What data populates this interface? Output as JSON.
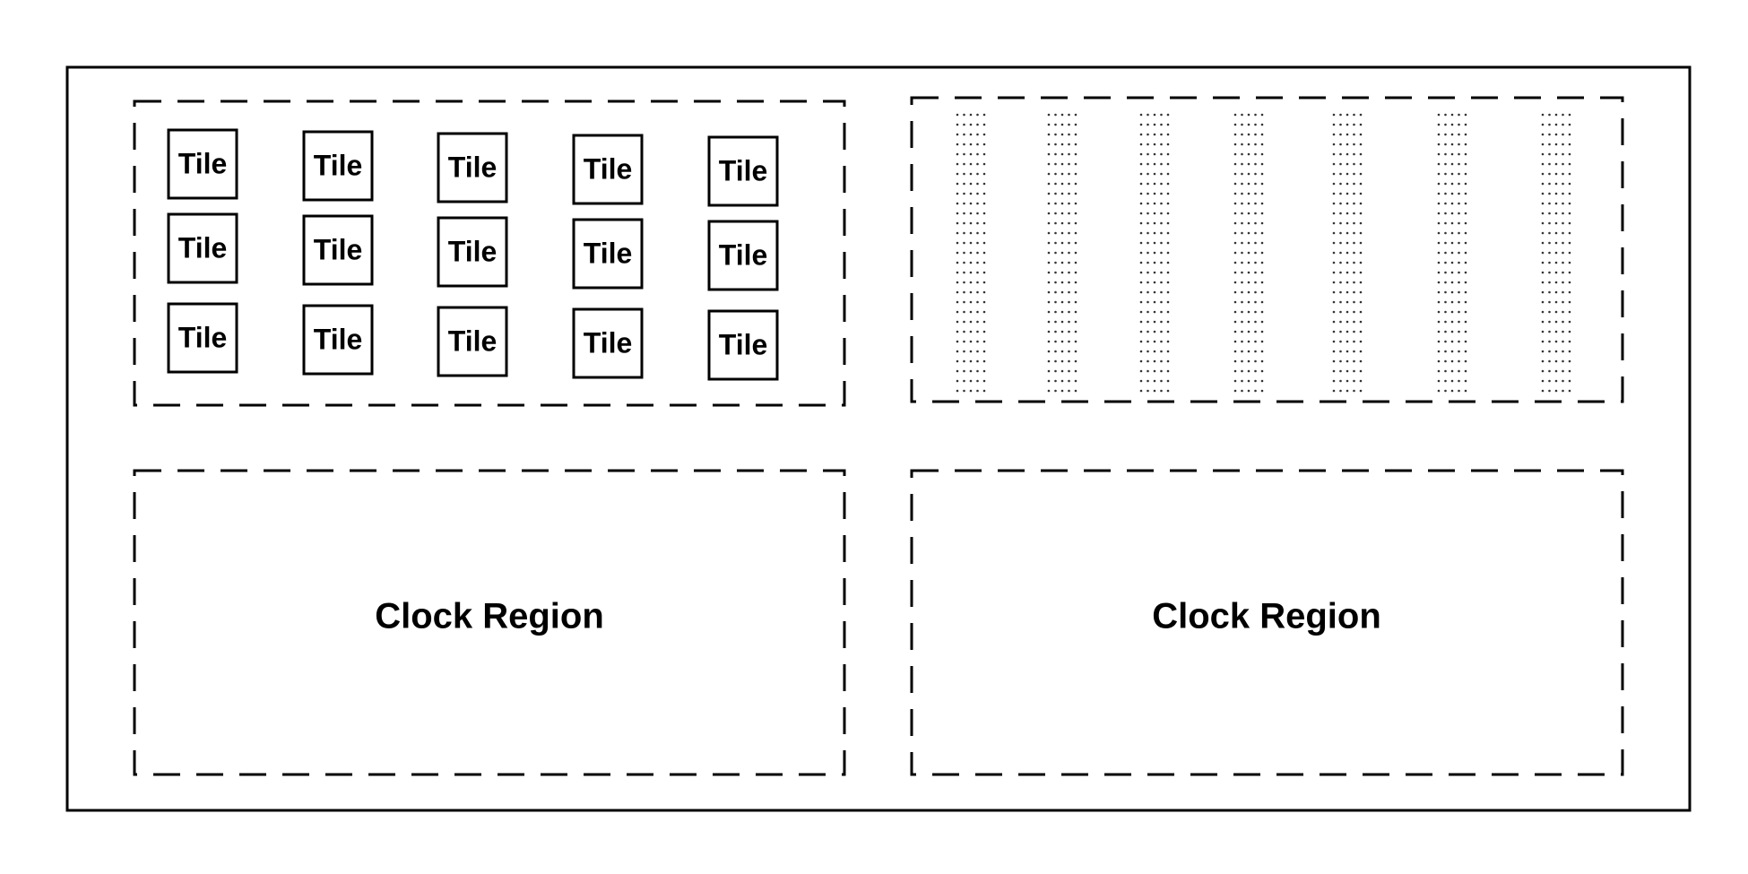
{
  "device": {
    "colors": {
      "stroke": "#000000",
      "background": "#ffffff",
      "dots": "#333333"
    }
  },
  "tile_region": {
    "rows": 3,
    "columns": 5,
    "tile_label": "Tile"
  },
  "column_region": {
    "column_count": 7
  },
  "clock_regions": [
    {
      "label": "Clock Region"
    },
    {
      "label": "Clock Region"
    }
  ]
}
